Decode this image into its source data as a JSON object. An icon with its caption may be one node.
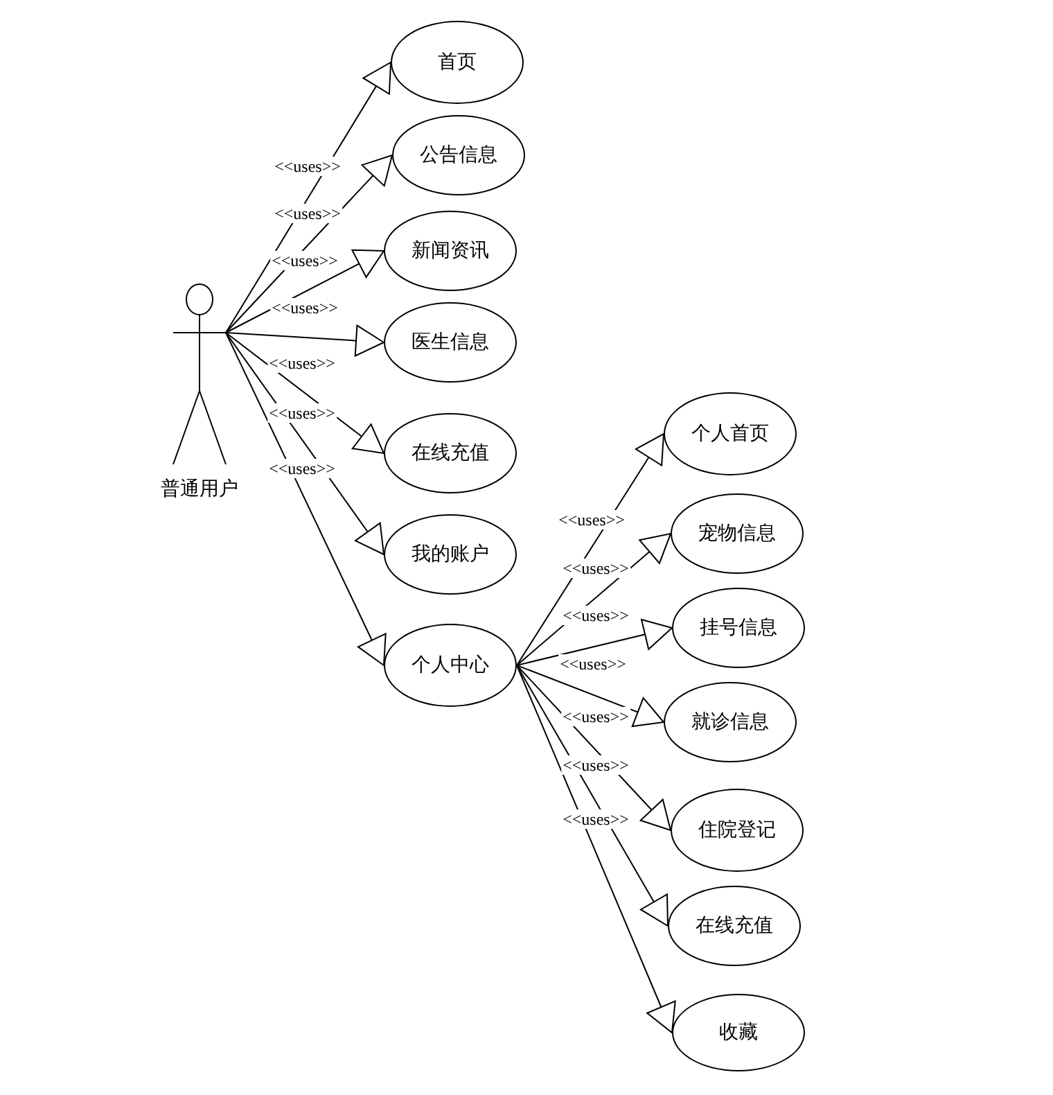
{
  "diagram": {
    "nodes": [
      {
        "text": [
          "普通用户"
        ]
      },
      {
        "text": [
          "首页"
        ]
      },
      {
        "text": [
          "公告信息"
        ]
      },
      {
        "text": [
          "新闻资讯"
        ]
      },
      {
        "text": [
          "医生信息"
        ]
      },
      {
        "text": [
          "在线充值"
        ]
      },
      {
        "text": [
          "我的账户"
        ]
      },
      {
        "text": [
          "个人中心"
        ]
      },
      {
        "text": [
          "个人首页"
        ]
      },
      {
        "text": [
          "宠物信息"
        ]
      },
      {
        "text": [
          "挂号信息"
        ]
      },
      {
        "text": [
          "就诊信息"
        ]
      },
      {
        "text": [
          "住院登记"
        ]
      },
      {
        "text": [
          "在线充值"
        ]
      },
      {
        "text": [
          "收藏"
        ]
      }
    ],
    "edges": [
      {
        "from": 0,
        "to": 1,
        "arrow": "to",
        "label": "<<uses>>"
      },
      {
        "from": 0,
        "to": 2,
        "arrow": "to",
        "label": "<<uses>>"
      },
      {
        "from": 0,
        "to": 3,
        "arrow": "to",
        "label": "<<uses>>"
      },
      {
        "from": 0,
        "to": 4,
        "arrow": "to",
        "label": "<<uses>>"
      },
      {
        "from": 0,
        "to": 5,
        "arrow": "to",
        "label": "<<uses>>"
      },
      {
        "from": 0,
        "to": 6,
        "arrow": "to",
        "label": "<<uses>>"
      },
      {
        "from": 0,
        "to": 7,
        "arrow": "to",
        "label": "<<uses>>"
      },
      {
        "from": 7,
        "to": 8,
        "arrow": "to",
        "label": "<<uses>>"
      },
      {
        "from": 7,
        "to": 9,
        "arrow": "to",
        "label": "<<uses>>"
      },
      {
        "from": 7,
        "to": 10,
        "arrow": "to",
        "label": "<<uses>>"
      },
      {
        "from": 7,
        "to": 11,
        "arrow": "to",
        "label": "<<uses>>"
      },
      {
        "from": 7,
        "to": 12,
        "arrow": "to",
        "label": "<<uses>>"
      },
      {
        "from": 7,
        "to": 13,
        "arrow": "to",
        "label": "<<uses>>"
      },
      {
        "from": 7,
        "to": 14,
        "arrow": "to",
        "label": "<<uses>>"
      }
    ]
  }
}
